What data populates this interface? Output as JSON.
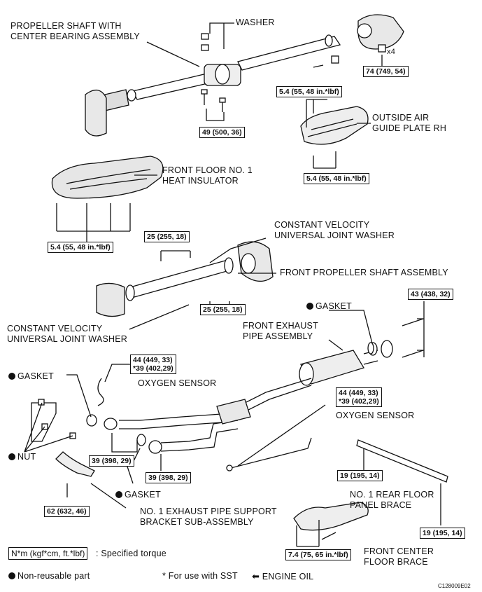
{
  "labels": {
    "propeller_shaft": [
      "PROPELLER SHAFT WITH",
      "CENTER BEARING ASSEMBLY"
    ],
    "washer": "WASHER",
    "x4": "x4",
    "outside_air_guide": [
      "OUTSIDE AIR",
      "GUIDE PLATE RH"
    ],
    "front_floor_insulator": [
      "FRONT FLOOR NO. 1",
      "HEAT INSULATOR"
    ],
    "cv_washer_top": [
      "CONSTANT VELOCITY",
      "UNIVERSAL JOINT WASHER"
    ],
    "front_propeller_shaft": "FRONT PROPELLER SHAFT ASSEMBLY",
    "cv_washer_left": [
      "CONSTANT VELOCITY",
      "UNIVERSAL JOINT WASHER"
    ],
    "gasket_right": "GASKET",
    "front_exhaust_pipe": [
      "FRONT EXHAUST",
      "PIPE ASSEMBLY"
    ],
    "gasket_left": "GASKET",
    "oxygen_sensor_left": "OXYGEN SENSOR",
    "oxygen_sensor_right": "OXYGEN SENSOR",
    "nut": "NUT",
    "gasket_bottom": "GASKET",
    "support_bracket": [
      "NO. 1 EXHAUST PIPE SUPPORT",
      "BRACKET SUB-ASSEMBLY"
    ],
    "rear_floor_brace": [
      "NO. 1 REAR FLOOR",
      "PANEL BRACE"
    ],
    "front_center_brace": [
      "FRONT CENTER",
      "FLOOR BRACE"
    ]
  },
  "torques": {
    "t74": "74 (749, 54)",
    "t54_guide_top": "5.4 (55, 48 in.*lbf)",
    "t49": "49 (500, 36)",
    "t54_guide_bottom": "5.4 (55, 48 in.*lbf)",
    "t54_insulator": "5.4 (55, 48 in.*lbf)",
    "t25_top": "25 (255, 18)",
    "t25_bottom": "25 (255, 18)",
    "t43": "43 (438, 32)",
    "t44_left": [
      "44 (449, 33)",
      "*39 (402,29)"
    ],
    "t44_right": [
      "44 (449, 33)",
      "*39 (402,29)"
    ],
    "t39_left": "39 (398, 29)",
    "t39_right": "39 (398, 29)",
    "t62": "62 (632, 46)",
    "t19_left": "19 (195, 14)",
    "t19_right": "19 (195, 14)",
    "t74_75": "7.4 (75, 65 in.*lbf)"
  },
  "legend": {
    "unit_box": "N*m (kgf*cm, ft.*lbf)",
    "unit_text": ": Specified torque",
    "non_reusable": "Non-reusable part",
    "sst": "* For use with SST",
    "engine_oil": "ENGINE OIL"
  },
  "code": "C128009E02"
}
